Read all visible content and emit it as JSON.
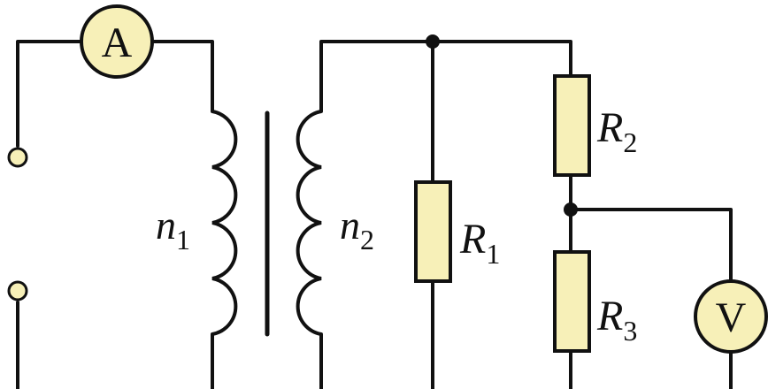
{
  "colors": {
    "component_fill": "#f7f0b8",
    "wire": "#111111",
    "terminal_fill": "#f7f0b8"
  },
  "meters": {
    "ammeter": {
      "symbol": "A"
    },
    "voltmeter": {
      "symbol": "V"
    }
  },
  "transformer": {
    "primary": {
      "letter": "n",
      "subscript": "1"
    },
    "secondary": {
      "letter": "n",
      "subscript": "2"
    }
  },
  "resistors": [
    {
      "letter": "R",
      "subscript": "1"
    },
    {
      "letter": "R",
      "subscript": "2"
    },
    {
      "letter": "R",
      "subscript": "3"
    }
  ]
}
